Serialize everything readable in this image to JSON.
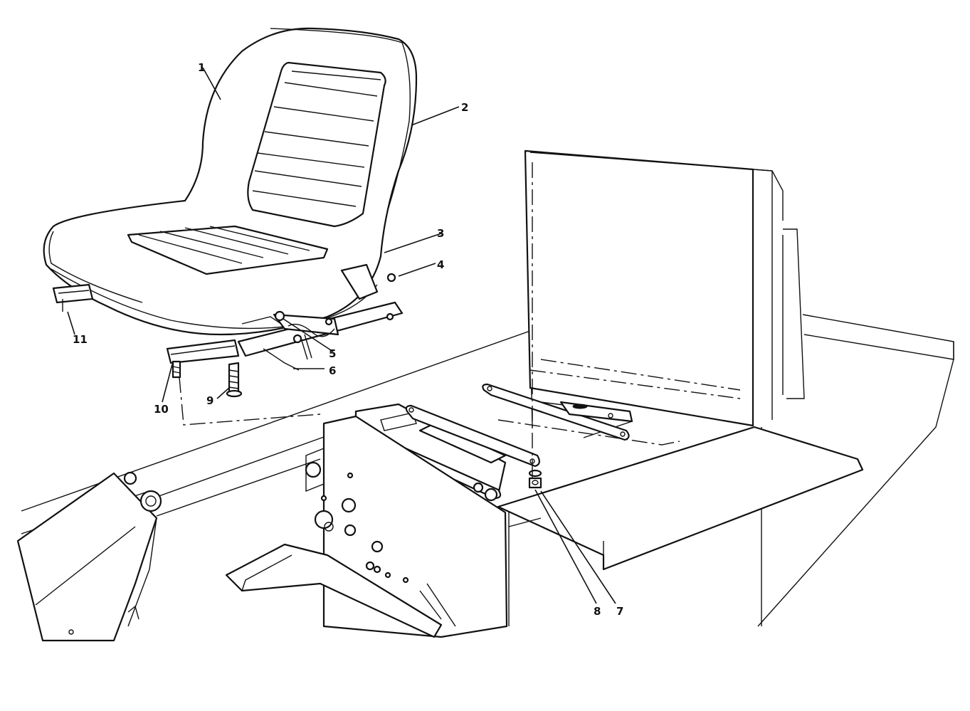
{
  "callouts": [
    {
      "id": "1",
      "label": "1"
    },
    {
      "id": "2",
      "label": "2"
    },
    {
      "id": "3",
      "label": "3"
    },
    {
      "id": "4",
      "label": "4"
    },
    {
      "id": "5",
      "label": "5"
    },
    {
      "id": "6",
      "label": "6"
    },
    {
      "id": "7",
      "label": "7"
    },
    {
      "id": "8",
      "label": "8"
    },
    {
      "id": "9",
      "label": "9"
    },
    {
      "id": "10",
      "label": "10"
    },
    {
      "id": "11",
      "label": "11"
    }
  ],
  "colors": {
    "ink": "#111111",
    "paper": "#ffffff"
  }
}
